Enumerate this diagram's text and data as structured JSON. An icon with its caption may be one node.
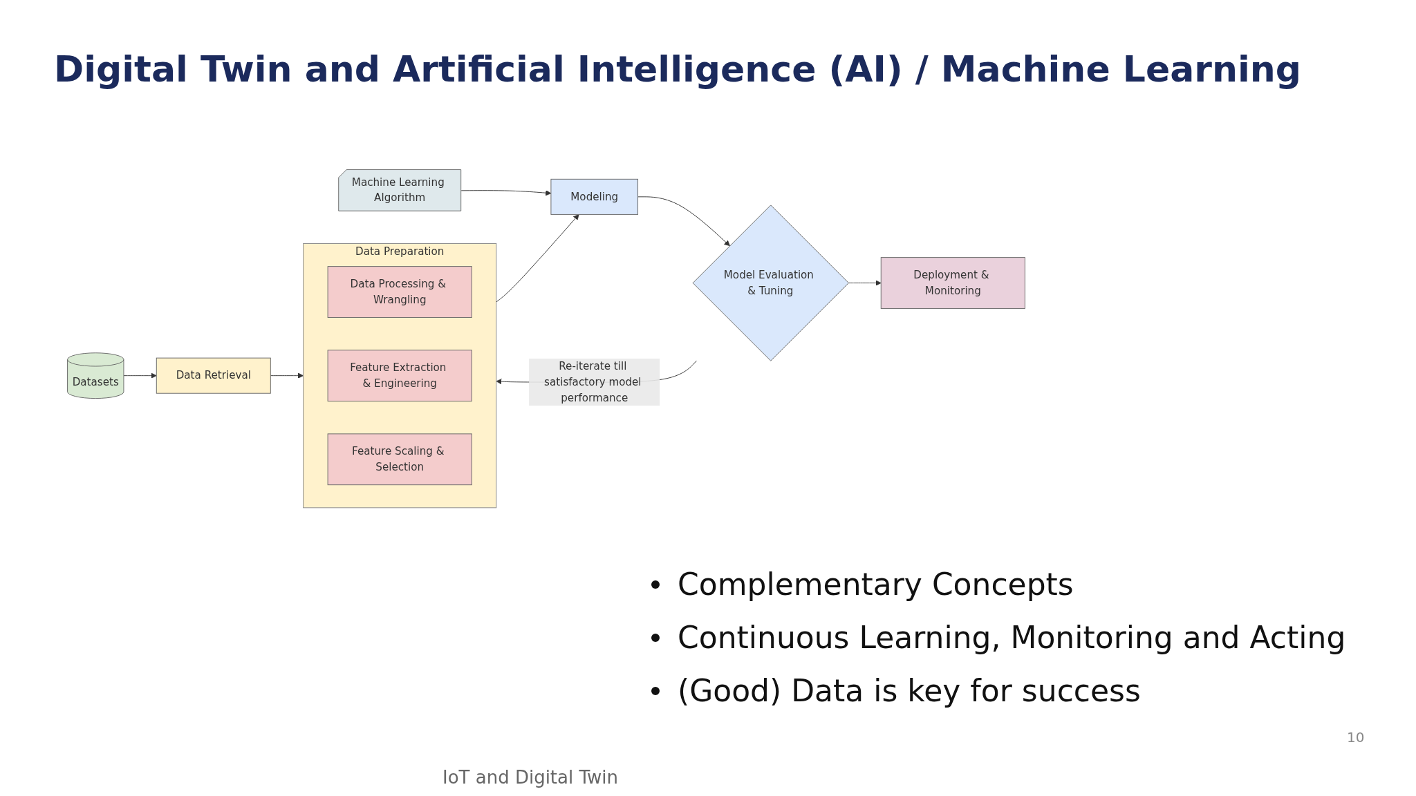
{
  "diagram": {
    "title": "Digital Twin and Artificial Intelligence (AI) / Machine Learning",
    "nodes": [
      {
        "text": [
          "Datasets"
        ]
      },
      {
        "text": [
          "Data Retrieval"
        ]
      },
      {
        "text": [
          "Data Preparation"
        ]
      },
      {
        "text": [
          "Data Processing & Wrangling"
        ],
        "in": 2
      },
      {
        "text": [
          "Feature Extraction & Engineering"
        ],
        "in": 2
      },
      {
        "text": [
          "Feature Scaling & Selection"
        ],
        "in": 2
      },
      {
        "text": [
          "Machine Learning Algorithm"
        ]
      },
      {
        "text": [
          "Modeling"
        ]
      },
      {
        "text": [
          "Model Evaluation & Tuning"
        ]
      },
      {
        "text": [
          "Deployment & Monitoring"
        ]
      }
    ],
    "edges": [
      {
        "from": 0,
        "to": 1,
        "arrow": "to"
      },
      {
        "from": 1,
        "to": 2,
        "arrow": "to"
      },
      {
        "from": 6,
        "to": 7,
        "arrow": "to"
      },
      {
        "from": 2,
        "to": 7,
        "arrow": "to"
      },
      {
        "from": 7,
        "to": 8,
        "arrow": "to"
      },
      {
        "from": 8,
        "to": 9,
        "arrow": "to"
      },
      {
        "from": 8,
        "to": 2,
        "arrow": "to",
        "label": "Re-iterate till satisfactory model performance"
      }
    ],
    "labels": [
      "Complementary Concepts",
      "Continuous Learning, Monitoring and Acting",
      "(Good) Data is key for success",
      "10",
      "IoT and Digital Twin"
    ]
  }
}
